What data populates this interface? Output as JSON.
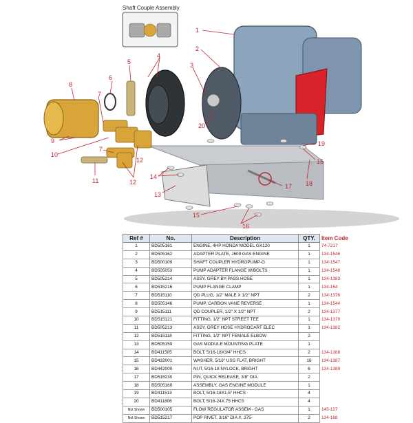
{
  "inset": {
    "title": "Shaft Couple Assembly"
  },
  "callouts": [
    "1",
    "2",
    "3",
    "4",
    "5",
    "6",
    "7",
    "8",
    "9",
    "10",
    "7",
    "12",
    "11",
    "12",
    "13",
    "14",
    "15",
    "16",
    "17",
    "18",
    "19",
    "20",
    "15"
  ],
  "table": {
    "headers": {
      "ref": "Ref #",
      "no": "No.",
      "desc": "Description",
      "qty": "QTY.",
      "code": "Item Code"
    },
    "rows": [
      {
        "ref": "1",
        "no": "BD505161",
        "desc": "ENGINE, 4HP HONDA MODEL GX120",
        "qty": "1",
        "code": "74-7217"
      },
      {
        "ref": "2",
        "no": "BD505162",
        "desc": "ADAPTER PLATE, J609 GAS ENGINE",
        "qty": "1",
        "code": "134-1546"
      },
      {
        "ref": "3",
        "no": "BD500109",
        "desc": "SHAFT COUPLER HYDROPUMP-G",
        "qty": "1",
        "code": "134-1547"
      },
      {
        "ref": "4",
        "no": "BD505053",
        "desc": "PUMP ADAPTER FLANGE W/BOLTS",
        "qty": "1",
        "code": "134-1548"
      },
      {
        "ref": "5",
        "no": "BD505214",
        "desc": "ASSY, GREY BY-PASS HOSE",
        "qty": "1",
        "code": "134-1383"
      },
      {
        "ref": "6",
        "no": "BD515216",
        "desc": "PUMP FLANGE CLAMP",
        "qty": "1",
        "code": "134-164"
      },
      {
        "ref": "7",
        "no": "BD515110",
        "desc": "QD PLUG, 1/2\" MALE X 1/2\" NPT",
        "qty": "2",
        "code": "134-1376"
      },
      {
        "ref": "8",
        "no": "BD505146",
        "desc": "PUMP, CARBON VANE REVERSE",
        "qty": "1",
        "code": "134-1544"
      },
      {
        "ref": "9",
        "no": "BD515111",
        "desc": "QD COUPLER, 1/2\" X 1/2\" NPT",
        "qty": "2",
        "code": "134-1377"
      },
      {
        "ref": "10",
        "no": "BD515121",
        "desc": "FITTING, 1/2\" NPT STREET TEE",
        "qty": "1",
        "code": "134-1379"
      },
      {
        "ref": "11",
        "no": "BD505213",
        "desc": "ASSY, GREY HOSE HYDROCART ELEC",
        "qty": "1",
        "code": "134-1382"
      },
      {
        "ref": "12",
        "no": "BD515118",
        "desc": "FITTING, 1/2\" NPT FEMALE ELBOW",
        "qty": "2",
        "code": ""
      },
      {
        "ref": "13",
        "no": "BD505159",
        "desc": "GAS MODULE MOUNTING PLATE",
        "qty": "1",
        "code": ""
      },
      {
        "ref": "14",
        "no": "BD411505",
        "desc": "BOLT, 5/16-18X3/4\" HHCS",
        "qty": "2",
        "code": "134-1388"
      },
      {
        "ref": "15",
        "no": "BD432001",
        "desc": "WASHER, 5/16\" USS FLAT, BRIGHT",
        "qty": "16",
        "code": "134-1387"
      },
      {
        "ref": "16",
        "no": "BD442000",
        "desc": "NUT, 5/16-18 NYLOCK, BRIGHT",
        "qty": "6",
        "code": "134-1389"
      },
      {
        "ref": "17",
        "no": "BD515230",
        "desc": "PIN, QUICK RELEASE, 3/8\" DIA",
        "qty": "2",
        "code": ""
      },
      {
        "ref": "18",
        "no": "BD505160",
        "desc": "ASSEMBLY, GAS ENGINE MODULE",
        "qty": "1",
        "code": ""
      },
      {
        "ref": "19",
        "no": "BD411513",
        "desc": "BOLT, 5/16-18X1.5\" HHCS",
        "qty": "4",
        "code": ""
      },
      {
        "ref": "20",
        "no": "BD411806",
        "desc": "BOLT, 5/16-24X.75 HHCS",
        "qty": "4",
        "code": ""
      },
      {
        "ref": "Not Shown",
        "no": "BD500105",
        "desc": "FLOW REGULATOR ASSEM - GAS",
        "qty": "1",
        "code": "145-127"
      },
      {
        "ref": "Not Shown",
        "no": "BD515217",
        "desc": "POP RIVET, 3/16\" DIA X .375-",
        "qty": "2",
        "code": "134-168"
      }
    ]
  },
  "colors": {
    "callout": "#c0262d",
    "engine_body": "#8da4bd",
    "engine_red": "#d8232a",
    "pump_gold": "#d9a53a",
    "header_fill": "#dfe7f1"
  }
}
